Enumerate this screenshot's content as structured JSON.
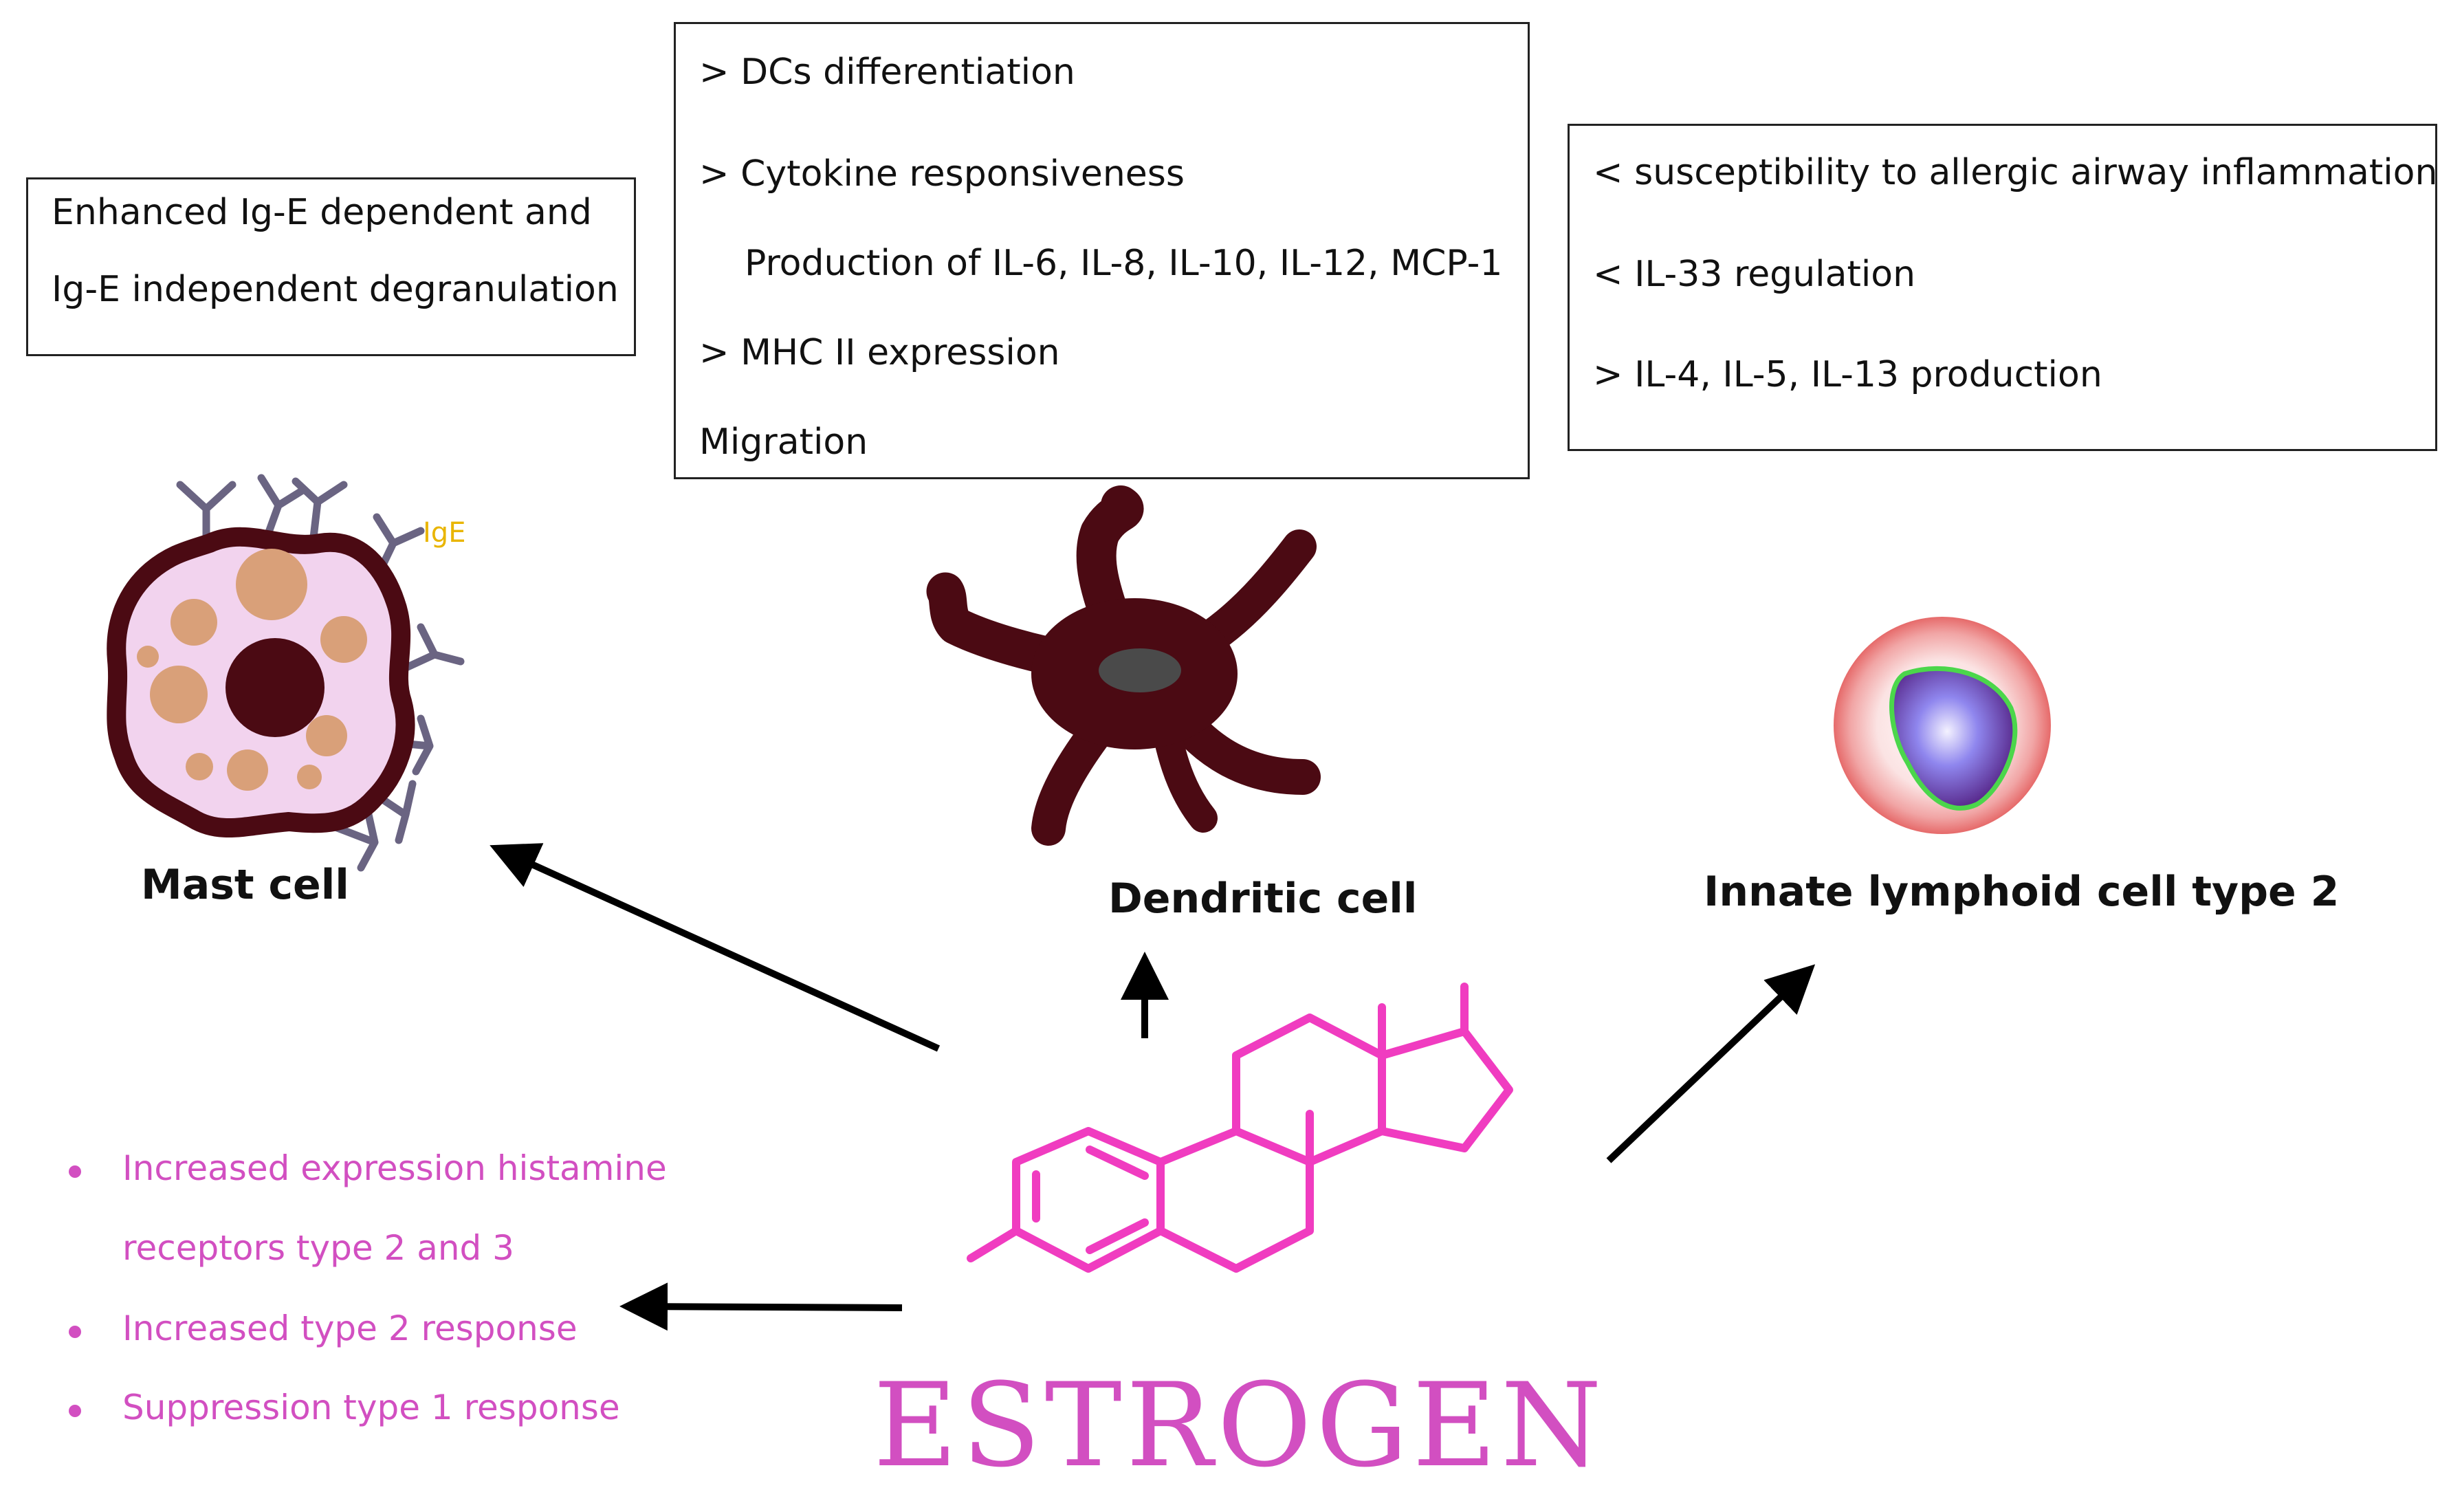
{
  "colors": {
    "pink_text": "#d24fc1",
    "molecule": "#f03cc0",
    "ige_text": "#e9b500",
    "border": "#222222",
    "arrow": "#000000",
    "dendritic": "#4b0a13",
    "mast_outline": "#4b0a13",
    "mast_fill": "#f2d3ee",
    "granule": "#d9a079",
    "receptor": "#6a6482",
    "ilc_outer": "#f3b8b8",
    "ilc_nucleus": "#6a5ad6"
  },
  "mast_box": {
    "line1": "Enhanced Ig-E dependent  and",
    "line2": "Ig-E independent  degranulation"
  },
  "dc_box": {
    "line1": "> DCs differentiation",
    "line2": "> Cytokine responsiveness",
    "line3": "Production of IL-6, IL-8, IL-10, IL-12, MCP-1",
    "line4": "> MHC II expression",
    "line5": "Migration"
  },
  "ilc_box": {
    "line1": "< susceptibility to allergic airway inflammation",
    "line2": "<  IL-33 regulation",
    "line3": ">    IL-4, IL-5, IL-13  production"
  },
  "labels": {
    "mast": "Mast cell",
    "ige": "IgE",
    "dendritic": "Dendritic cell",
    "ilc": "Innate lymphoid cell type 2",
    "estrogen": "ESTROGEN"
  },
  "bullets": [
    "Increased expression histamine",
    "receptors type 2 and 3",
    "Increased type 2 response",
    "Suppression type 1 response"
  ],
  "icons": [
    "mast-cell-icon",
    "dendritic-cell-icon",
    "ilc2-cell-icon",
    "estradiol-molecule-icon"
  ]
}
